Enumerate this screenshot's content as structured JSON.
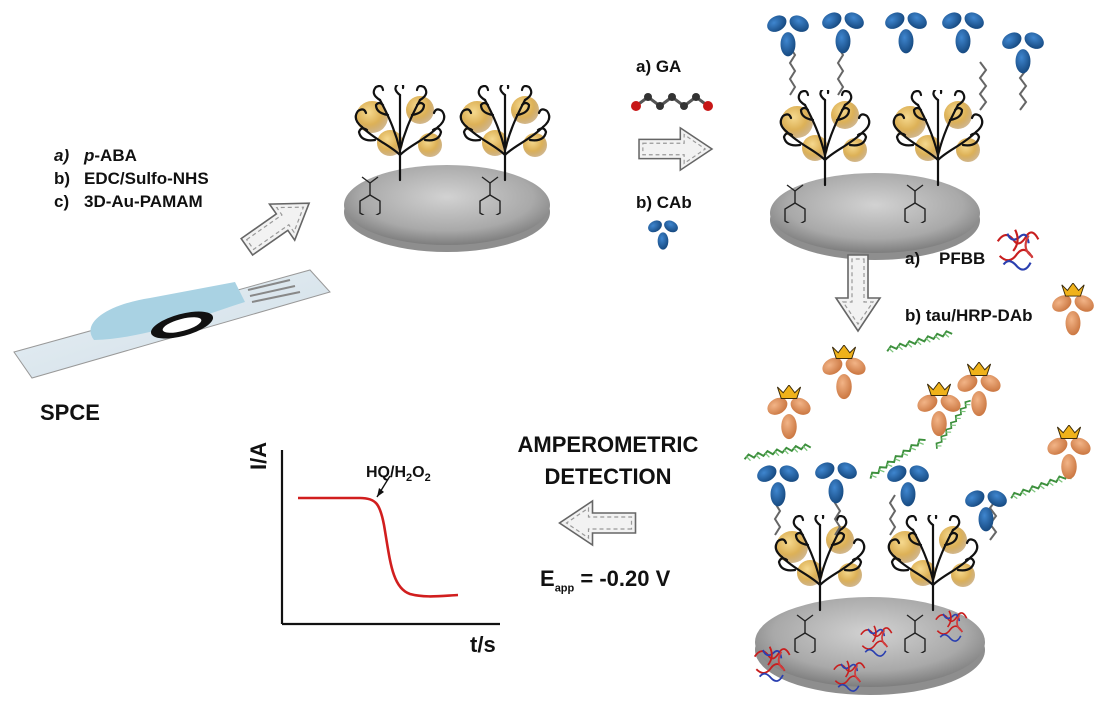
{
  "steps_left": [
    {
      "letter": "a)",
      "name_prefix": "p",
      "name_rest": "-ABA"
    },
    {
      "letter": "b)",
      "name": "EDC/Sulfo-NHS"
    },
    {
      "letter": "c)",
      "name": "3D-Au-PAMAM"
    }
  ],
  "spce_label": "SPCE",
  "step_ga": "a) GA",
  "step_cab": "b) CAb",
  "step_pfbb_letter": "a)",
  "step_pfbb_name": "PFBB",
  "step_tau": "b) tau/HRP-DAb",
  "detection": {
    "line1": "AMPEROMETRIC",
    "line2": "DETECTION"
  },
  "eapp": {
    "symbol": "E",
    "subscript": "app",
    "value": "= -0.20 V"
  },
  "graph": {
    "y_axis_label": "I/A",
    "x_axis_label": "t/s",
    "annotation": {
      "part1": "HQ/H",
      "sub1": "2",
      "part2": "O",
      "sub2": "2"
    }
  },
  "colors": {
    "antibody_capture": "#1c5b9c",
    "antibody_detection": "#e0965f",
    "curve": "#d11e1e",
    "electrode_gray": "#a9a9a9",
    "gold_np": "#d7a43a"
  }
}
